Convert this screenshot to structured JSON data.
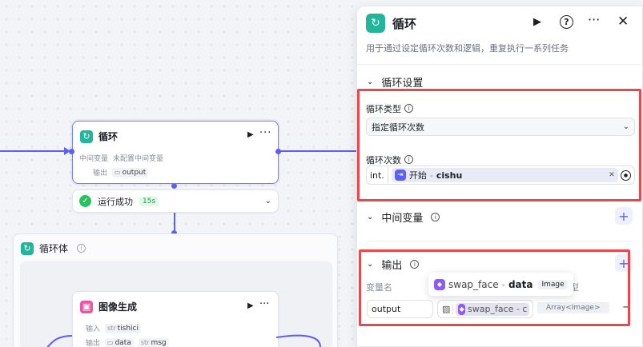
{
  "canvas": {
    "loop_node": {
      "title": "循环",
      "row1_label": "中间变量",
      "row1_value": "未配置中间变量",
      "row2_label": "输出",
      "row2_value": "output"
    },
    "status": {
      "text": "运行成功",
      "time": "15s"
    },
    "loop_body": {
      "title": "循环体"
    },
    "image_node": {
      "title": "图像生成",
      "input_label": "输入",
      "input_type": "str",
      "input_value": "tishici",
      "output_label": "输出",
      "output_value1": "data",
      "output_type2": "str",
      "output_value2": "msg"
    }
  },
  "panel": {
    "title": "循环",
    "description": "用于通过设定循环次数和逻辑，重复执行一系列任务",
    "loop_settings": {
      "title": "循环设置",
      "type_label": "循环类型",
      "type_value": "指定循环次数",
      "count_label": "循环次数",
      "count_type": "int.",
      "count_ref_prefix": "开始",
      "count_ref_sep": "-",
      "count_ref_var": "cishu"
    },
    "intermediate": {
      "title": "中间变量"
    },
    "output": {
      "title": "输出",
      "var_name_label": "变量名",
      "var_type_label": "类型",
      "var_name_value": "output",
      "ref_text": "swap_face - c",
      "type_value": "Array<Image>"
    },
    "tooltip": {
      "node": "swap_face",
      "sep": "-",
      "var": "data",
      "type": "Image"
    }
  }
}
